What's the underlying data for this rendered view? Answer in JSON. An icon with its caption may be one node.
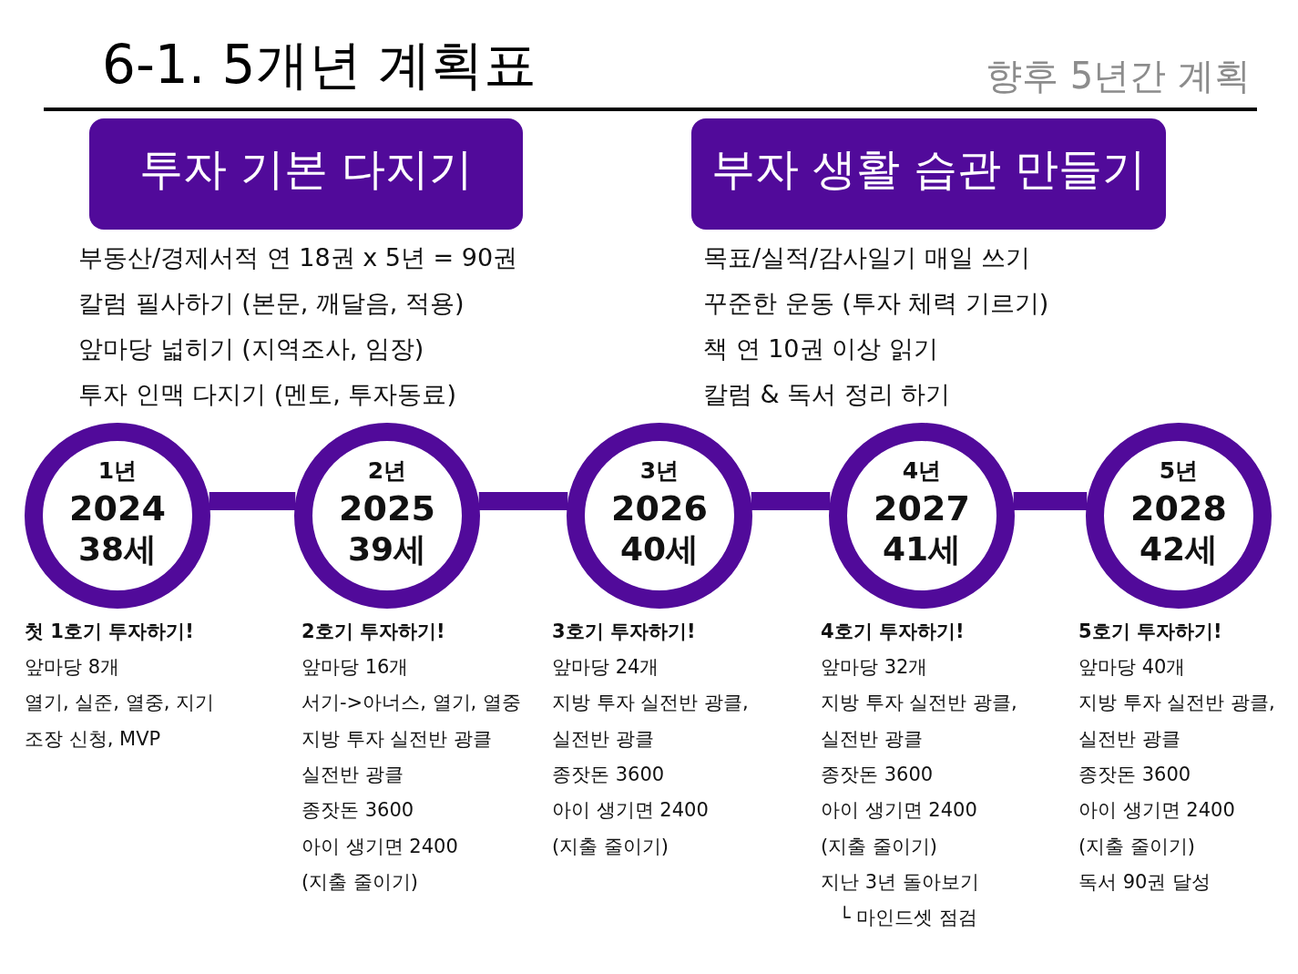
{
  "diagram": {
    "title": "6-1. 5개년 계획표",
    "nodes": [
      {
        "text": [
          "투자 기본 다지기"
        ],
        "beside": [
          "부동산/경제서적 연 18권 x 5년 = 90권",
          "칼럼 필사하기 (본문, 깨달음, 적용)",
          "앞마당 넓히기 (지역조사, 임장)",
          "투자 인맥 다지기 (멘토, 투자동료)"
        ]
      },
      {
        "text": [
          "부자 생활 습관 만들기"
        ],
        "beside": [
          "목표/실적/감사일기 매일 쓰기",
          "꾸준한 운동 (투자 체력 기르기)",
          "책 연 10권 이상 읽기",
          "칼럼 & 독서 정리 하기"
        ]
      },
      {
        "text": [
          "1년",
          "2024",
          "38세"
        ],
        "beside": [
          "첫 1호기 투자하기!",
          "앞마당 8개",
          "열기, 실준, 열중, 지기",
          "조장 신청, MVP"
        ]
      },
      {
        "text": [
          "2년",
          "2025",
          "39세"
        ],
        "beside": [
          "2호기 투자하기!",
          "앞마당 16개",
          "서기->아너스, 열기, 열중",
          "지방 투자 실전반 광클",
          "실전반 광클",
          "종잣돈 3600",
          "아이 생기면 2400",
          "(지출 줄이기)"
        ]
      },
      {
        "text": [
          "3년",
          "2026",
          "40세"
        ],
        "beside": [
          "3호기 투자하기!",
          "앞마당 24개",
          "지방 투자 실전반 광클,",
          "실전반 광클",
          "종잣돈 3600",
          "아이 생기면 2400",
          "(지출 줄이기)"
        ]
      },
      {
        "text": [
          "4년",
          "2027",
          "41세"
        ],
        "beside": [
          "4호기 투자하기!",
          "앞마당 32개",
          "지방 투자 실전반 광클,",
          "실전반 광클",
          "종잣돈 3600",
          "아이 생기면 2400",
          "(지출 줄이기)",
          "지난 3년 돌아보기",
          "└ 마인드셋 점검"
        ]
      },
      {
        "text": [
          "5년",
          "2028",
          "42세"
        ],
        "beside": [
          "5호기 투자하기!",
          "앞마당 40개",
          "지방 투자 실전반 광클,",
          "실전반 광클",
          "종잣돈 3600",
          "아이 생기면 2400",
          "(지출 줄이기)",
          "독서 90권 달성"
        ]
      }
    ],
    "edges": [
      {
        "from": 2,
        "to": 3,
        "arrow": "none"
      },
      {
        "from": 3,
        "to": 4,
        "arrow": "none"
      },
      {
        "from": 4,
        "to": 5,
        "arrow": "none"
      },
      {
        "from": 5,
        "to": 6,
        "arrow": "none"
      }
    ],
    "labels": [
      "향후 5년간 계획"
    ]
  }
}
